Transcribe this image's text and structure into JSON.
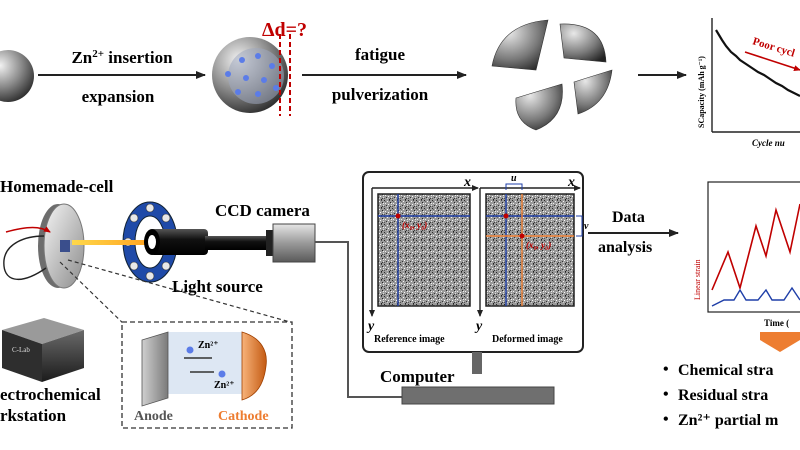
{
  "top_row": {
    "arrow1_line1_prefix": "Zn",
    "arrow1_line1_sup": "2+",
    "arrow1_line1_suffix": " insertion",
    "arrow1_line2": "expansion",
    "delta_label": "Δd=?",
    "arrow2_line1": "fatigue",
    "arrow2_line2": "pulverization",
    "chart": {
      "ylabel": "SCapacity (mAh g⁻¹)",
      "annotation": "Poor cycl",
      "xlabel": "Cycle nu"
    }
  },
  "setup": {
    "cell_label": "Homemade-cell",
    "camera_label": "CCD camera",
    "light_label": "Light source",
    "workstation_label_line1": "ectrochemical",
    "workstation_label_line2": "rkstation",
    "device_label": "C-Lab",
    "inset": {
      "ion_top": "Zn²⁺",
      "ion_bottom": "Zn²⁺",
      "anode": "Anode",
      "cathode": "Cathode"
    }
  },
  "computer": {
    "label": "Computer",
    "ref_caption": "Reference image",
    "def_caption": "Deformed image",
    "axis_x": "x",
    "axis_y": "y",
    "point_ref": "(x₀, y₀)",
    "point_def": "(x₀, y₀)",
    "u": "u",
    "v": "v"
  },
  "analysis": {
    "line1": "Data",
    "line2": "analysis",
    "chart_ylabel": "Linear strain",
    "chart_xlabel": "Time (",
    "results": [
      "Chemical stra",
      "Residual stra",
      "Zn²⁺ partial m"
    ]
  },
  "colors": {
    "red": "#c00000",
    "blue": "#1f3fa8",
    "orange": "#ed7d31",
    "dark": "#1a1a1a"
  }
}
